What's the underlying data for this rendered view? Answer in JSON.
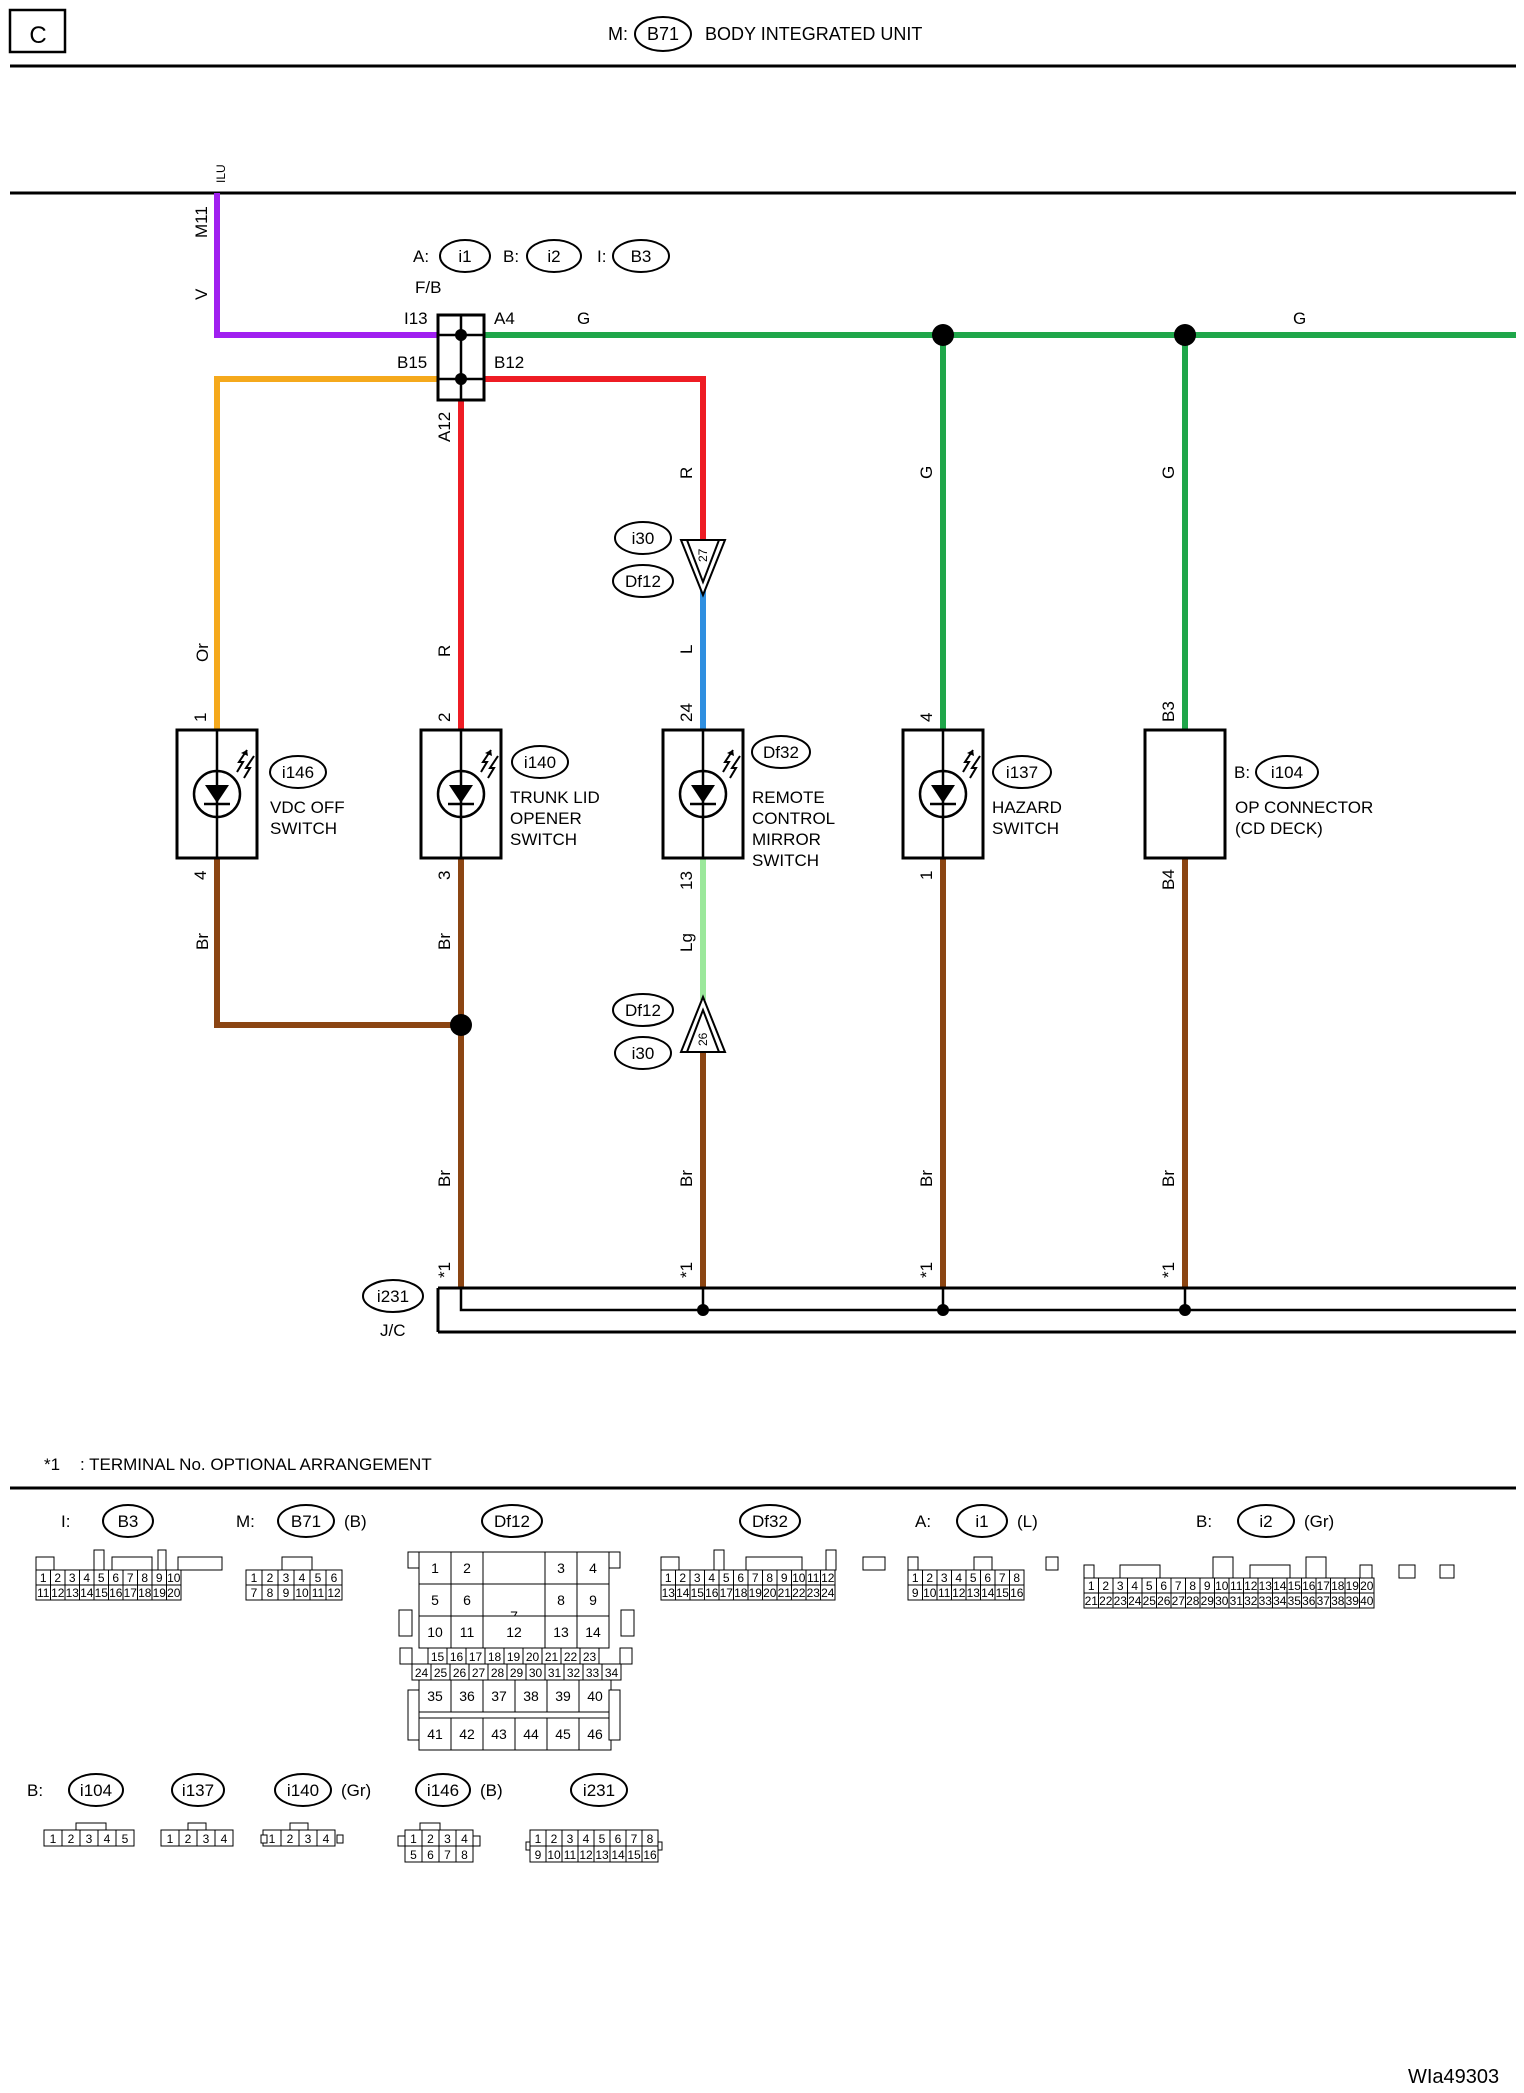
{
  "page": {
    "letter": "C",
    "code": "WIa49303"
  },
  "header": {
    "prefix": "M:",
    "connector": "B71",
    "title": "BODY INTEGRATED UNIT"
  },
  "bus": {
    "terminal": "ILU",
    "pin": "M11",
    "color": "V"
  },
  "fb": {
    "a_prefix": "A:",
    "a": "i1",
    "b_prefix": "B:",
    "b": "i2",
    "i_prefix": "I:",
    "i": "B3",
    "label": "F/B",
    "pins": {
      "i13": "I13",
      "a4": "A4",
      "b15": "B15",
      "b12": "B12",
      "a12": "A12"
    }
  },
  "wires": {
    "G": "G",
    "Or": "Or",
    "R": "R",
    "L": "L",
    "Lg": "Lg",
    "Br": "Br"
  },
  "colors": {
    "V": "#a020f0",
    "G": "#1fa64a",
    "Or": "#f5a91c",
    "R": "#ee1c24",
    "L": "#2f8fe0",
    "Lg": "#9be89b",
    "Br": "#8b4513"
  },
  "components": [
    {
      "id": "i146",
      "name1": "VDC OFF",
      "name2": "SWITCH",
      "name3": "",
      "name4": "",
      "pin_top": "1",
      "pin_bottom": "4"
    },
    {
      "id": "i140",
      "name1": "TRUNK LID",
      "name2": "OPENER",
      "name3": "SWITCH",
      "name4": "",
      "pin_top": "2",
      "pin_bottom": "3"
    },
    {
      "id": "Df32",
      "name1": "REMOTE",
      "name2": "CONTROL",
      "name3": "MIRROR",
      "name4": "SWITCH",
      "pin_top": "24",
      "pin_bottom": "13"
    },
    {
      "id": "i137",
      "name1": "HAZARD",
      "name2": "SWITCH",
      "name3": "",
      "name4": "",
      "pin_top": "4",
      "pin_bottom": "1"
    },
    {
      "id": "i104",
      "prefix": "B:",
      "name1": "OP CONNECTOR",
      "name2": "(CD DECK)",
      "name3": "",
      "name4": "",
      "pin_top": "B3",
      "pin_bottom": "B4"
    }
  ],
  "connectors_inline": {
    "upper": {
      "a": "i30",
      "b": "Df12",
      "pin": "27"
    },
    "lower": {
      "a": "Df12",
      "b": "i30",
      "pin": "26"
    }
  },
  "jc": {
    "id": "i231",
    "label": "J/C",
    "star": "*1"
  },
  "note": {
    "star": "*1",
    "text": ": TERMINAL No. OPTIONAL ARRANGEMENT"
  },
  "legend": {
    "B3": {
      "prefix": "I:",
      "id": "B3",
      "suffix": ""
    },
    "B71": {
      "prefix": "M:",
      "id": "B71",
      "suffix": "(B)"
    },
    "Df12": {
      "prefix": "",
      "id": "Df12",
      "suffix": ""
    },
    "Df32": {
      "prefix": "",
      "id": "Df32",
      "suffix": ""
    },
    "i1": {
      "prefix": "A:",
      "id": "i1",
      "suffix": "(L)"
    },
    "i2": {
      "prefix": "B:",
      "id": "i2",
      "suffix": "(Gr)"
    },
    "i104": {
      "prefix": "B:",
      "id": "i104",
      "suffix": ""
    },
    "i137": {
      "prefix": "",
      "id": "i137",
      "suffix": ""
    },
    "i140": {
      "prefix": "",
      "id": "i140",
      "suffix": "(Gr)"
    },
    "i146": {
      "prefix": "",
      "id": "i146",
      "suffix": "(B)"
    },
    "i231": {
      "prefix": "",
      "id": "i231",
      "suffix": ""
    }
  }
}
